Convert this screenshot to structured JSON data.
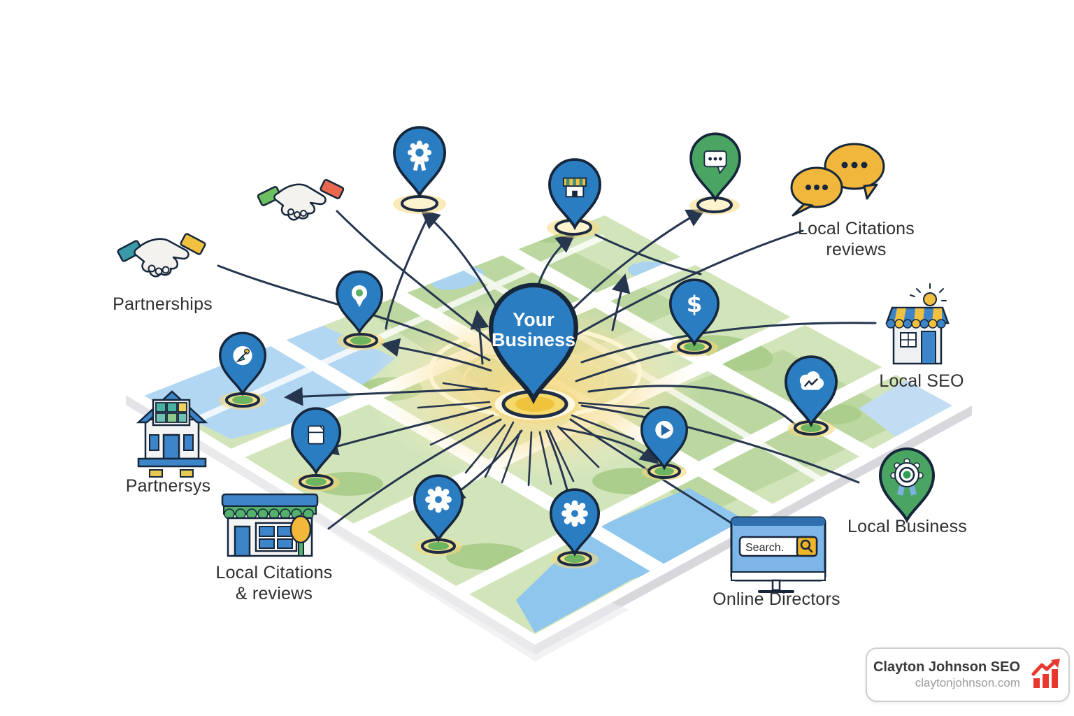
{
  "center_pin": {
    "line1": "Your",
    "line2": "Business"
  },
  "labels": {
    "partnerships": "Partnerships",
    "partnersys": "Partnersys",
    "local_citations_left": {
      "line1": "Local Citations",
      "line2": "& reviews"
    },
    "local_citations_right": {
      "line1": "Local Citations",
      "line2": "reviews"
    },
    "local_seo": "Local SEO",
    "local_business": "Local Business",
    "online_directors": "Online Directors"
  },
  "monitor": {
    "search_text": "Search."
  },
  "icon_glyphs": {
    "dollar": "$"
  },
  "watermark": {
    "name": "Clayton Johnson SEO",
    "url": "claytonjohnson.com"
  },
  "pins": [
    {
      "icon": "award-ribbon-icon",
      "color": "blue",
      "position": "top-left"
    },
    {
      "icon": "storefront-icon",
      "color": "blue",
      "position": "top-center"
    },
    {
      "icon": "chat-bubble-icon",
      "color": "green",
      "position": "top-right"
    },
    {
      "icon": "location-dot-icon",
      "color": "blue",
      "position": "mid-left"
    },
    {
      "icon": "link-compass-icon",
      "color": "blue",
      "position": "left"
    },
    {
      "icon": "document-icon",
      "color": "blue",
      "position": "lower-left"
    },
    {
      "icon": "gear-icon",
      "color": "blue",
      "position": "bottom-left"
    },
    {
      "icon": "gear-icon",
      "color": "blue",
      "position": "bottom-center"
    },
    {
      "icon": "dollar-icon",
      "color": "blue",
      "position": "mid-right"
    },
    {
      "icon": "play-icon",
      "color": "blue",
      "position": "lower-right"
    },
    {
      "icon": "chart-cloud-icon",
      "color": "blue",
      "position": "right"
    },
    {
      "icon": "award-badge-icon",
      "color": "green",
      "position": "far-right"
    },
    {
      "icon": "your-business-pin",
      "color": "blue",
      "position": "center"
    }
  ],
  "colors": {
    "pin_blue": "#2b7dc2",
    "pin_green": "#4aa563",
    "outline_navy": "#1c2b42",
    "arrow": "#26364e",
    "map_green": "#d2e5ba",
    "map_green_dark": "#abce8c",
    "water_blue": "#9fccee",
    "glow_yellow": "#f6d87e",
    "accent_yellow": "#f0c040",
    "brand_red": "#e8382e"
  }
}
